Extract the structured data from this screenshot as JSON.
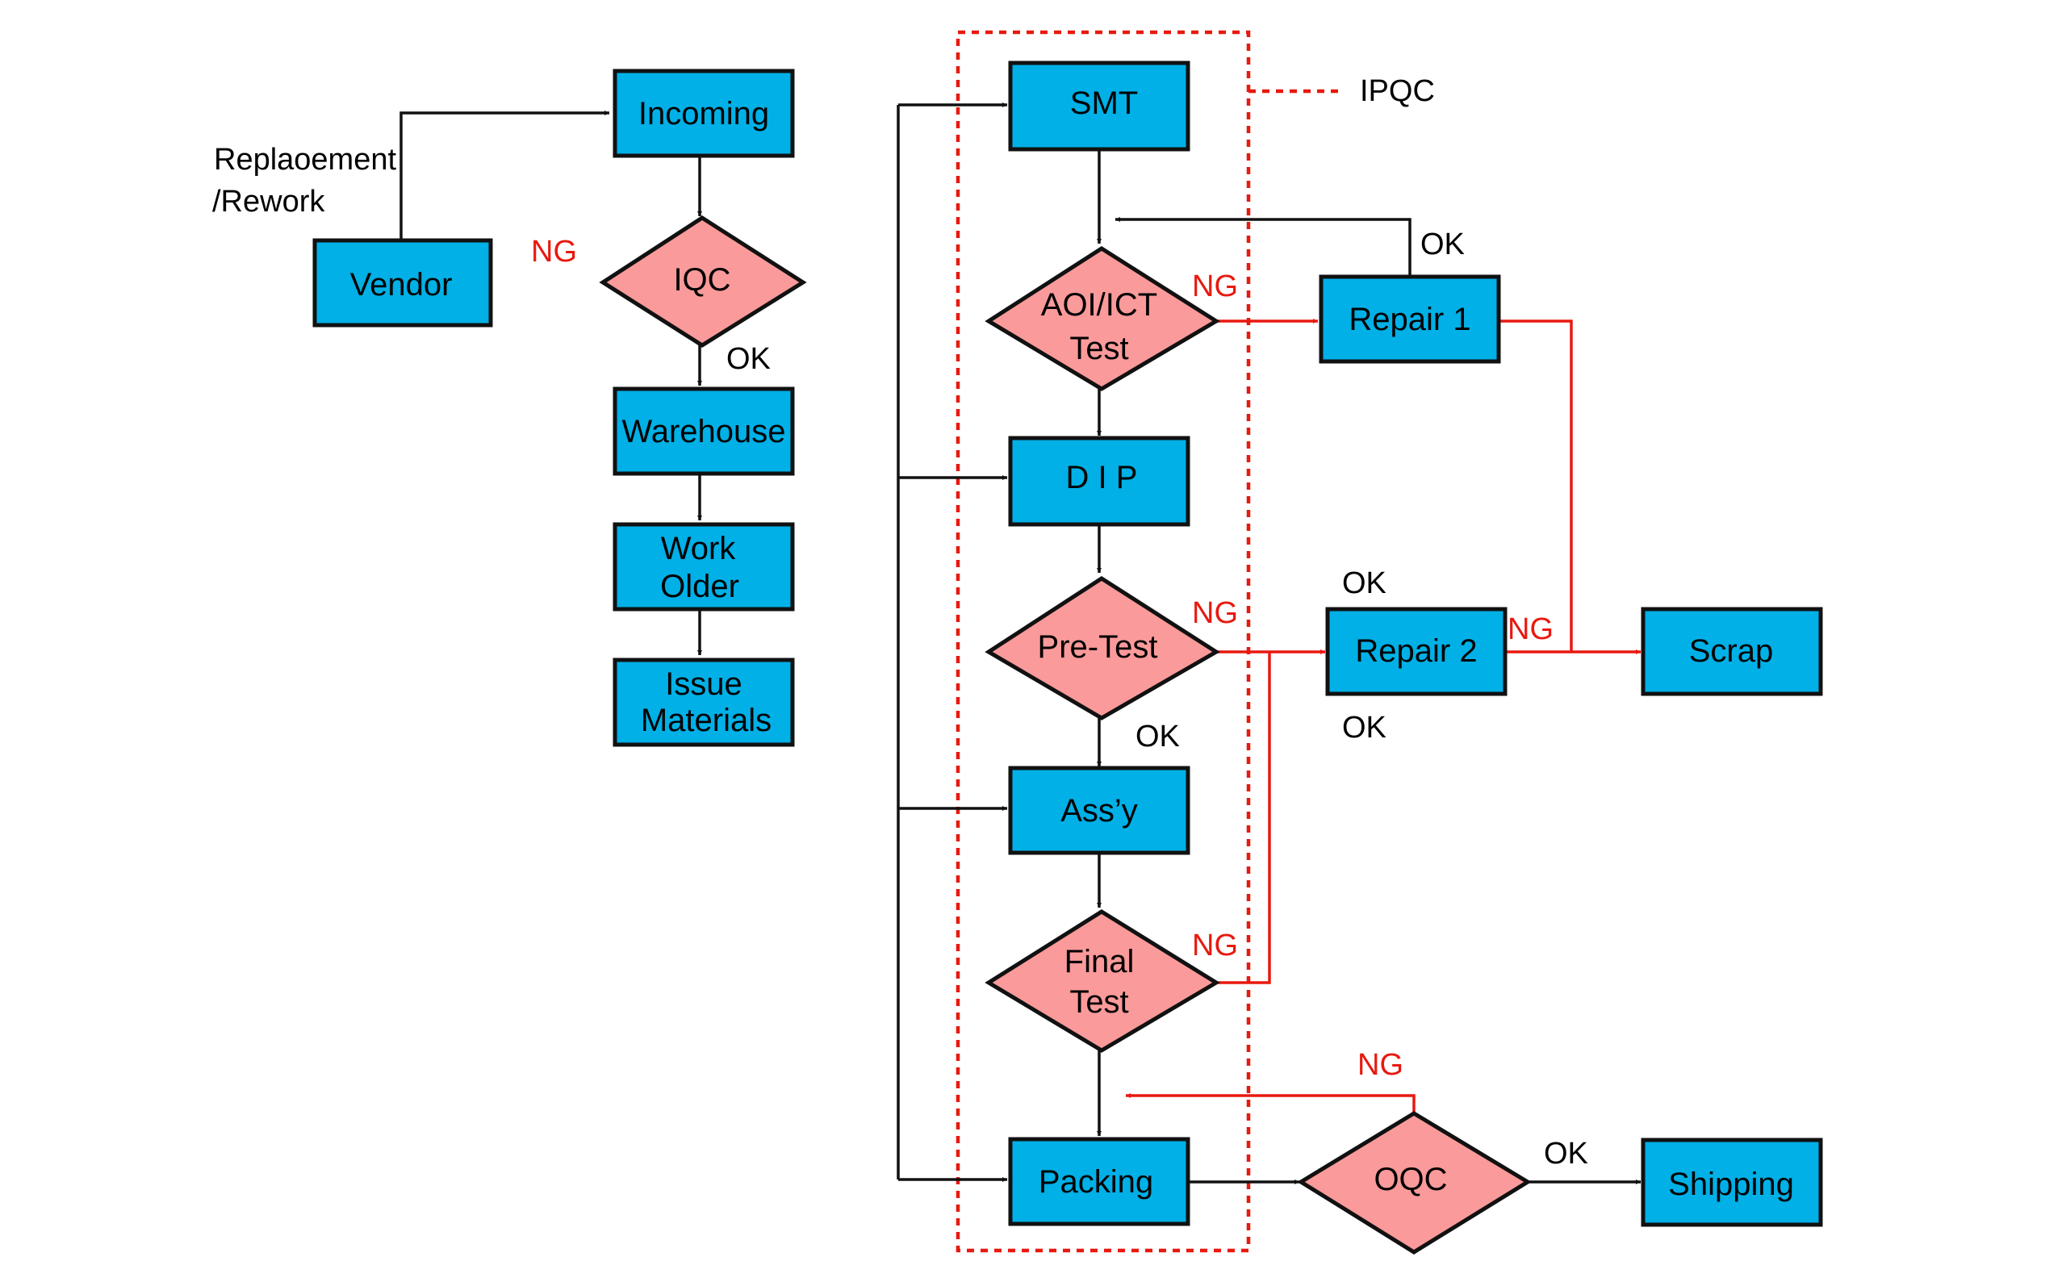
{
  "nodes": {
    "incoming": "Incoming",
    "vendor": "Vendor",
    "iqc": "IQC",
    "warehouse": "Warehouse",
    "work_order": [
      "Work",
      "Older"
    ],
    "issue_materials": [
      "Issue",
      "Materials"
    ],
    "smt": "SMT",
    "aoi_ict_test": [
      "AOI/ICT",
      "Test"
    ],
    "dip": "D I P",
    "pre_test": "Pre-Test",
    "assy": "Ass’y",
    "final_test": [
      "Final",
      "Test"
    ],
    "packing": "Packing",
    "oqc": "OQC",
    "shipping": "Shipping",
    "repair_1": "Repair 1",
    "repair_2": "Repair 2",
    "scrap": "Scrap"
  },
  "annotations": {
    "replacement_rework": [
      "Replaoement",
      "/Rework"
    ],
    "ipqc": "IPQC"
  },
  "edge_labels": {
    "ng": "NG",
    "ok": "OK"
  },
  "colors": {
    "process_box": "#00b0e6",
    "decision_diamond": "#fa9a9a",
    "ng_path": "#e8190f",
    "ipqc_boundary": "#e8190f"
  }
}
